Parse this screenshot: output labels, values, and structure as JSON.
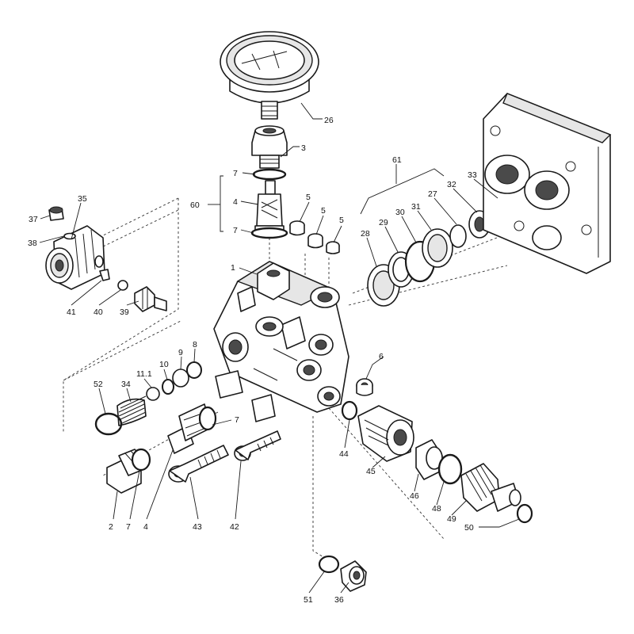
{
  "diagram": {
    "type": "exploded-parts-view",
    "part_numbers": [
      "1",
      "2",
      "3",
      "4",
      "4",
      "5",
      "5",
      "5",
      "6",
      "7",
      "7",
      "7",
      "7",
      "8",
      "9",
      "10",
      "11.1",
      "26",
      "27",
      "28",
      "29",
      "30",
      "31",
      "32",
      "33",
      "34",
      "35",
      "36",
      "37",
      "38",
      "39",
      "40",
      "41",
      "42",
      "43",
      "44",
      "45",
      "46",
      "48",
      "49",
      "50",
      "51",
      "52",
      "60",
      "61"
    ]
  },
  "labels": {
    "p26": "26",
    "p3": "3",
    "p7a": "7",
    "p60": "60",
    "p4a": "4",
    "p7b": "7",
    "p5a": "5",
    "p5b": "5",
    "p5c": "5",
    "p1": "1",
    "p61": "61",
    "p33": "33",
    "p32": "32",
    "p27": "27",
    "p31": "31",
    "p30": "30",
    "p29": "29",
    "p28": "28",
    "p35": "35",
    "p37": "37",
    "p38": "38",
    "p41": "41",
    "p40": "40",
    "p39": "39",
    "p6": "6",
    "p9": "9",
    "p8": "8",
    "p10": "10",
    "p111": "11.1",
    "p34": "34",
    "p52": "52",
    "p7c": "7",
    "p44": "44",
    "p45": "45",
    "p46": "46",
    "p48": "48",
    "p49": "49",
    "p50": "50",
    "p2": "2",
    "p7d": "7",
    "p4b": "4",
    "p43": "43",
    "p42": "42",
    "p51": "51",
    "p36": "36"
  },
  "colors": {
    "line": "#1a1a1a",
    "background": "#ffffff",
    "shade": "#e6e6e6"
  }
}
